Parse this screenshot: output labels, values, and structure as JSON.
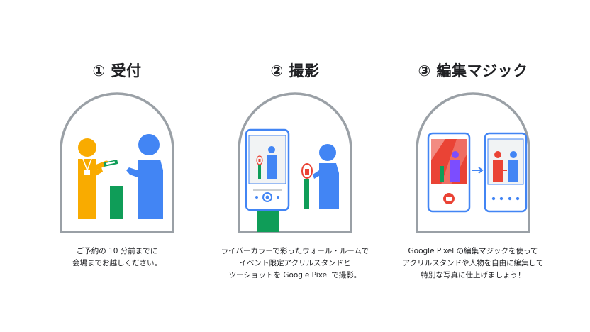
{
  "colors": {
    "outline": "#9aa0a6",
    "blue": "#4285f4",
    "yellow": "#f9ab00",
    "green": "#0f9d58",
    "red": "#ea4335",
    "text": "#202124"
  },
  "steps": [
    {
      "title": "① 受付",
      "description": [
        "ご予約の 10 分前までに",
        "会場までお越しください。"
      ],
      "illustration": "reception-icon"
    },
    {
      "title": "② 撮影",
      "description": [
        "ライバーカラーで彩ったウォール・ルームで",
        "イベント限定アクリルスタンドと",
        "ツーショットを Google Pixel で撮影。"
      ],
      "illustration": "camera-icon"
    },
    {
      "title": "③ 編集マジック",
      "description": [
        "Google Pixel の編集マジックを使って",
        "アクリルスタンドや人物を自由に編集して",
        "特別な写真に仕上げましょう！"
      ],
      "illustration": "magic-editor-icon"
    }
  ]
}
